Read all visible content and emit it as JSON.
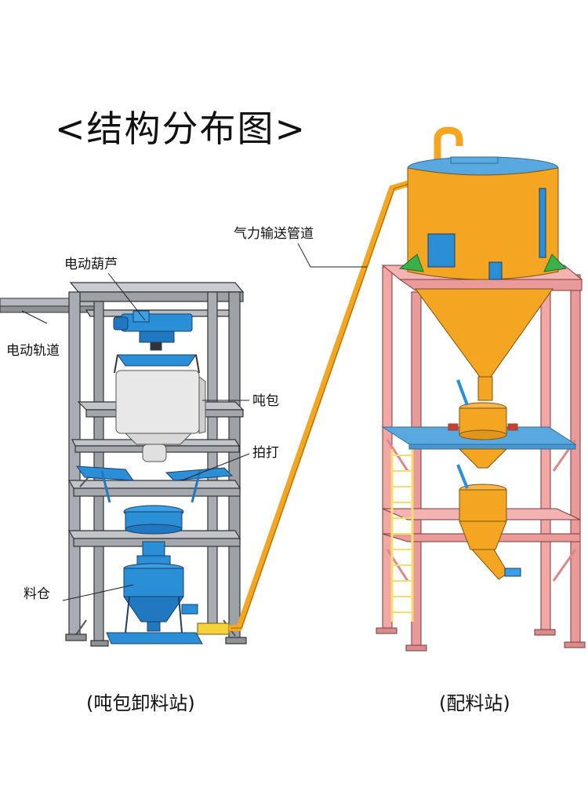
{
  "title": "<结构分布图>",
  "labels": {
    "hoist": "电动葫芦",
    "rail": "电动轨道",
    "ton_bag": "吨包",
    "beater": "拍打",
    "hopper": "料仓",
    "pipe": "气力输送管道"
  },
  "captions": {
    "left_station": "(吨包卸料站)",
    "right_station": "(配料站)"
  },
  "colors": {
    "left_frame": "#a9adb3",
    "right_frame": "#f2a7a7",
    "blue_equipment": "#2b8fd8",
    "orange_equipment": "#f4a623",
    "platform": "#5aa8e0",
    "bag": "#e8e8e8",
    "ladder": "#f5df6a"
  }
}
